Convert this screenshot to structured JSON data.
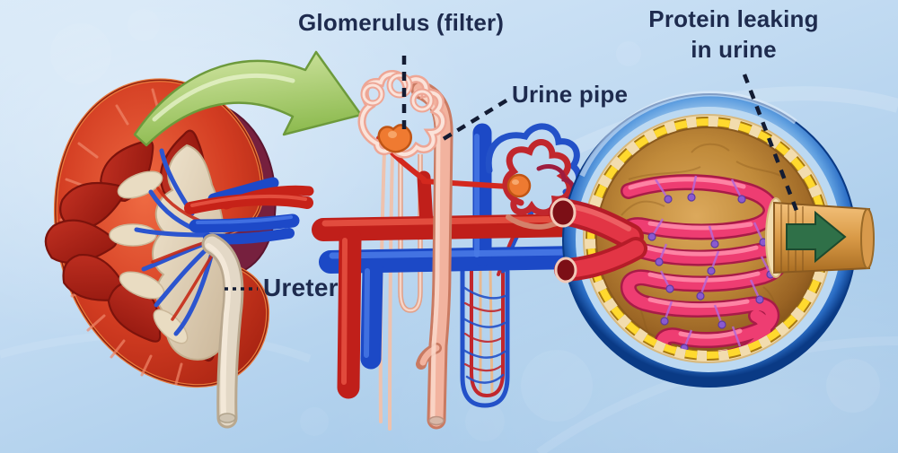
{
  "figure": {
    "type": "medical-diagram",
    "subject": "Kidney cross-section, nephron and glomerulus filter with protein leaking in urine",
    "labels": {
      "glomerulus": "Glomerulus (filter)",
      "urine_pipe": "Urine pipe",
      "protein_line1": "Protein leaking",
      "protein_line2": "in urine",
      "ureter": "Ureter"
    },
    "icons": {
      "zoom_arrow": "curved-green-arrow",
      "flow_arrow": "green-right-arrow"
    },
    "colors": {
      "label_text": "#1e2b4e",
      "pointer_line": "#131c33",
      "background_top": "#d8e9f8",
      "background_bottom": "#9fc4e6",
      "kidney_red": "#d33d22",
      "pyramid_dark_red": "#9e1d13",
      "pelvis_cream": "#e9dcc2",
      "ureter_beige": "#ddd2c0",
      "artery_red": "#c62218",
      "vein_blue": "#1d49c8",
      "tubule_salmon": "#eda28e",
      "glomerulus_bulb_orange": "#ef7a31",
      "capsule_ring_blue": "#2a6cc4",
      "capsule_wall_cream": "#f2dcae",
      "podocyte_yellow": "#ffd92e",
      "sphere_tan": "#c08a3a",
      "capillary_pink": "#ee3d72",
      "mesh_purple": "#b566d8",
      "arrow_green": "#93bf57",
      "flow_arrow_green": "#2f7048"
    }
  }
}
